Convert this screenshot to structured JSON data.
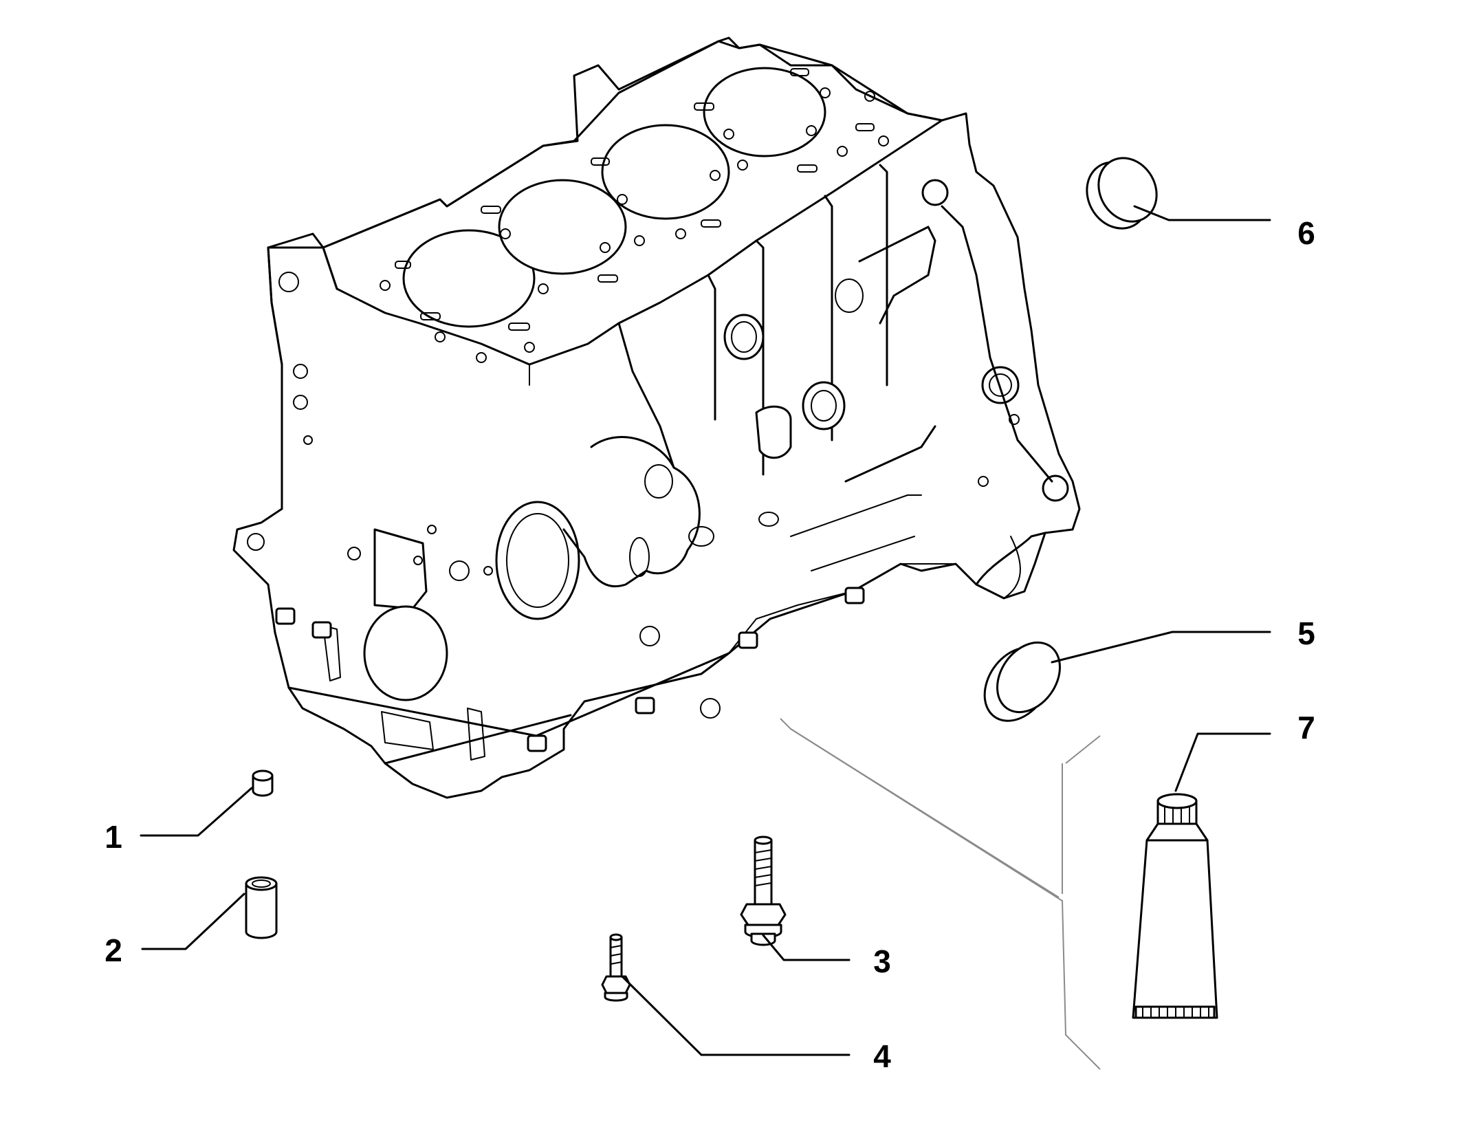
{
  "callouts": [
    {
      "id": "1",
      "label": "1",
      "part": "dowel-pin"
    },
    {
      "id": "2",
      "label": "2",
      "part": "bushing"
    },
    {
      "id": "3",
      "label": "3",
      "part": "flange-bolt"
    },
    {
      "id": "4",
      "label": "4",
      "part": "small-bolt"
    },
    {
      "id": "5",
      "label": "5",
      "part": "expansion-plug"
    },
    {
      "id": "6",
      "label": "6",
      "part": "cap-plug"
    },
    {
      "id": "7",
      "label": "7",
      "part": "sealant-tube"
    }
  ],
  "colors": {
    "stroke": "#000000",
    "background": "#ffffff",
    "guide": "#8a8a8a"
  }
}
